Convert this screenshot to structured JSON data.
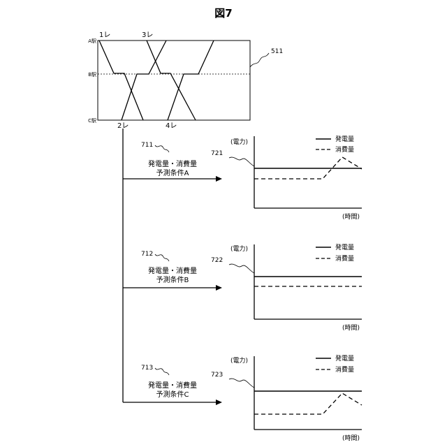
{
  "figure_title": "図7",
  "timetable": {
    "ref": "511",
    "stations": [
      "A駅",
      "B駅",
      "C駅"
    ],
    "trains_top": [
      "1レ",
      "3レ"
    ],
    "trains_bottom": [
      "2レ",
      "4レ"
    ]
  },
  "legend": {
    "generation": "発電量",
    "consumption": "消費量"
  },
  "axis": {
    "y": "(電力)",
    "x": "(時間)"
  },
  "conditions": [
    {
      "ref": "711",
      "label_line1": "発電量・消費量",
      "label_line2": "予測条件A",
      "graph_ref": "721"
    },
    {
      "ref": "712",
      "label_line1": "発電量・消費量",
      "label_line2": "予測条件B",
      "graph_ref": "722"
    },
    {
      "ref": "713",
      "label_line1": "発電量・消費量",
      "label_line2": "予測条件C",
      "graph_ref": "723"
    }
  ]
}
